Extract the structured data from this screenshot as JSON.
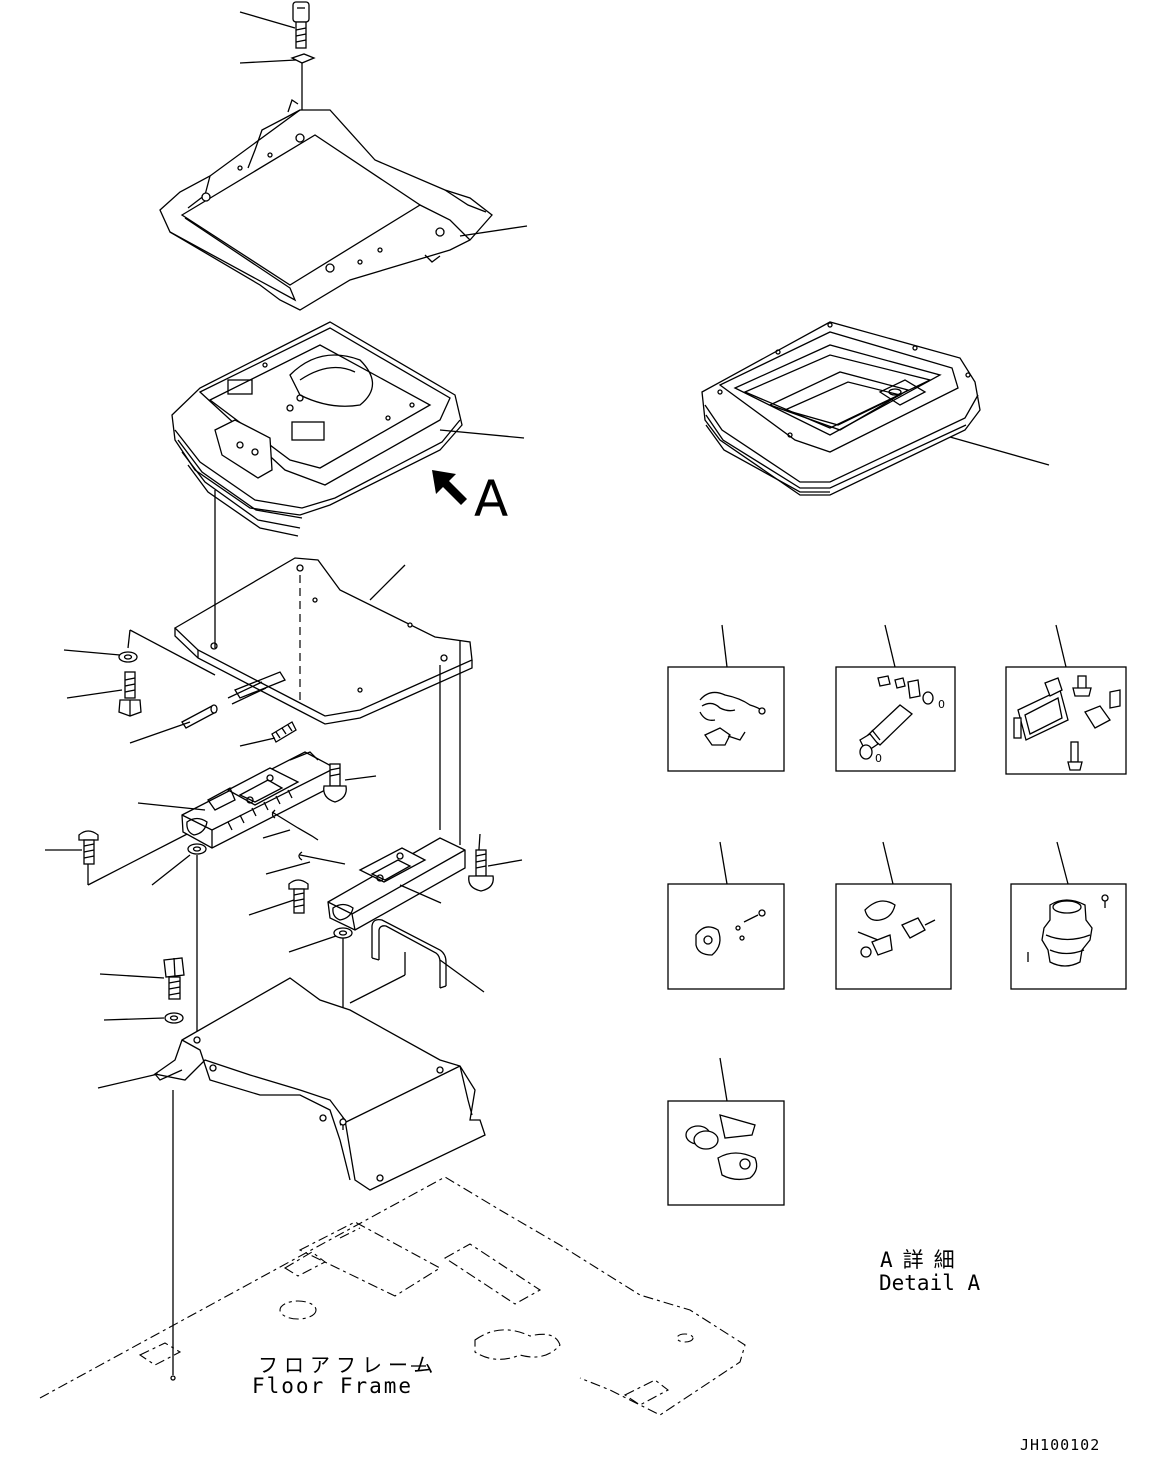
{
  "view_callout": "A",
  "detail_caption": {
    "japanese": "A詳細",
    "english": "Detail A"
  },
  "floor_label": {
    "japanese": "フロアフレーム",
    "english": "Floor Frame"
  },
  "drawing_id": "JH100102",
  "icons": {
    "view_arrow": "view-direction-arrow-icon"
  }
}
